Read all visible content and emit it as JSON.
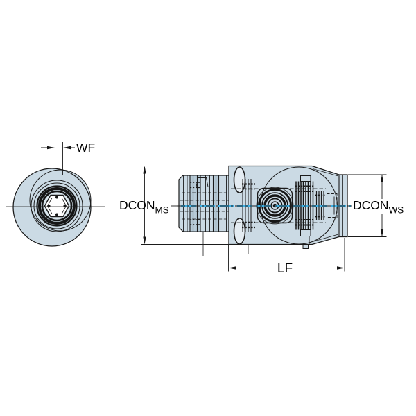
{
  "drawing": {
    "kind": "technical-drawing",
    "labels": {
      "wf": "WF",
      "dcon_ms": {
        "main": "DCON",
        "sub": "MS"
      },
      "dcon_ws": {
        "main": "DCON",
        "sub": "WS"
      },
      "lf": "LF"
    },
    "colors": {
      "body_fill": "#cbdae4",
      "outline": "#1b1b1b",
      "centerline": "#3eb1e5",
      "inner_fill": "#dde8ee",
      "groove_fill": "#b7cbd8",
      "slot_fill": "#e4ecf2",
      "background": "#ffffff"
    }
  }
}
